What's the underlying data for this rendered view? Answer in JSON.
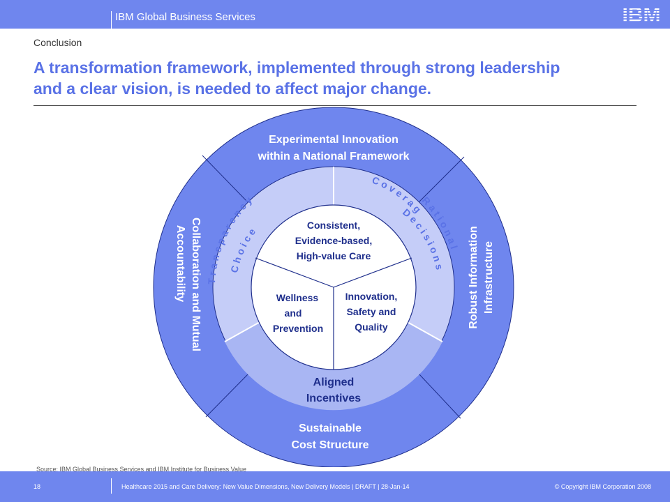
{
  "header": {
    "title": "IBM Global Business Services",
    "logo_text": "IBM"
  },
  "breadcrumb": "Conclusion",
  "title_line1": "A transformation framework, implemented through strong leadership",
  "title_line2": "and a clear vision, is needed to affect major change.",
  "diagram": {
    "outer": {
      "top": [
        "Experimental Innovation",
        "within a National Framework"
      ],
      "right": [
        "Robust Information",
        "Infrastructure"
      ],
      "bottom": [
        "Sustainable",
        "Cost Structure"
      ],
      "left": [
        "Collaboration and Mutual",
        "Accountability"
      ]
    },
    "middle": {
      "transparency": "T r a n s p a r e n c y",
      "choice": "C h o i c e",
      "coverage": "C o v e r a g e",
      "decisions": "D e c i s i o n s",
      "rational": "R a t i o n a l",
      "aligned": [
        "Aligned",
        "Incentives"
      ]
    },
    "inner": {
      "top": [
        "Consistent,",
        "Evidence-based,",
        "High-value Care"
      ],
      "left": [
        "Wellness",
        "and",
        "Prevention"
      ],
      "right": [
        "Innovation,",
        "Safety and",
        "Quality"
      ]
    },
    "colors": {
      "outer": "#6f86ee",
      "middle": "#c5cdf8",
      "inner": "#ffffff",
      "text_dark": "#1f2f8c"
    }
  },
  "source": "Source: IBM Global Business Services and IBM Institute for Business Value",
  "footer": {
    "page_number": "18",
    "text": "Healthcare 2015 and Care Delivery: New Value Dimensions, New Delivery Models  |  DRAFT    |  28-Jan-14",
    "copyright": "© Copyright IBM Corporation 2008"
  }
}
